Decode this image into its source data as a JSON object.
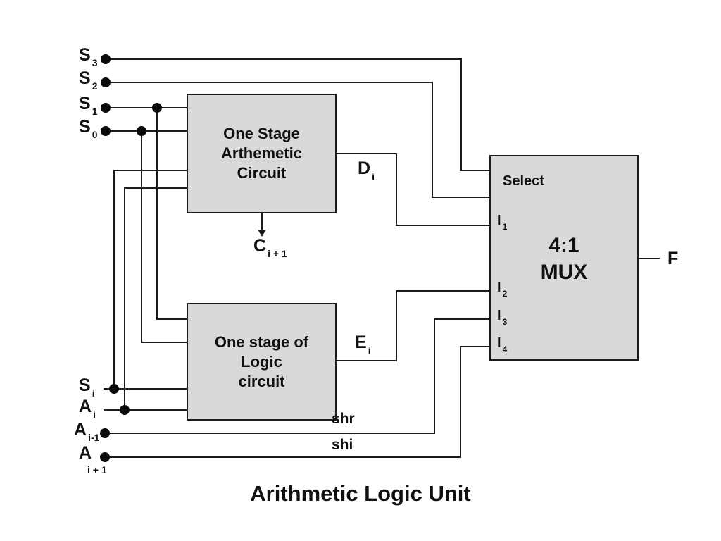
{
  "title": "Arithmetic Logic Unit",
  "colors": {
    "background": "#ffffff",
    "box_fill": "#d9d9d9",
    "box_border": "#1c1c1c",
    "wire": "#1c1c1c",
    "text": "#111111"
  },
  "boxes": {
    "arithmetic": {
      "lines": [
        "One Stage",
        "Arthemetic",
        "Circuit"
      ]
    },
    "logic": {
      "lines": [
        "One stage of",
        "Logic",
        "circuit"
      ]
    },
    "mux": {
      "ratio": "4:1",
      "name": "MUX",
      "select_label": "Select"
    }
  },
  "signals": {
    "s3": {
      "main": "S",
      "sub": "3"
    },
    "s2": {
      "main": "S",
      "sub": "2"
    },
    "s1": {
      "main": "S",
      "sub": "1"
    },
    "s0": {
      "main": "S",
      "sub": "0"
    },
    "si": {
      "main": "S",
      "sub": "i"
    },
    "ai": {
      "main": "A",
      "sub": "i"
    },
    "ai_minus_1": {
      "main": "A",
      "sub": "i-1"
    },
    "ai_plus_1": {
      "main": "A",
      "sub": "i + 1"
    },
    "di": {
      "main": "D",
      "sub": "i"
    },
    "ci_plus_1": {
      "main": "C",
      "sub": "i + 1"
    },
    "ei": {
      "main": "E",
      "sub": "i"
    },
    "i1": {
      "main": "I",
      "sub": "1"
    },
    "i2": {
      "main": "I",
      "sub": "2"
    },
    "i3": {
      "main": "I",
      "sub": "3"
    },
    "i4": {
      "main": "I",
      "sub": "4"
    },
    "shr": "shr",
    "shi": "shi",
    "f": "F"
  }
}
